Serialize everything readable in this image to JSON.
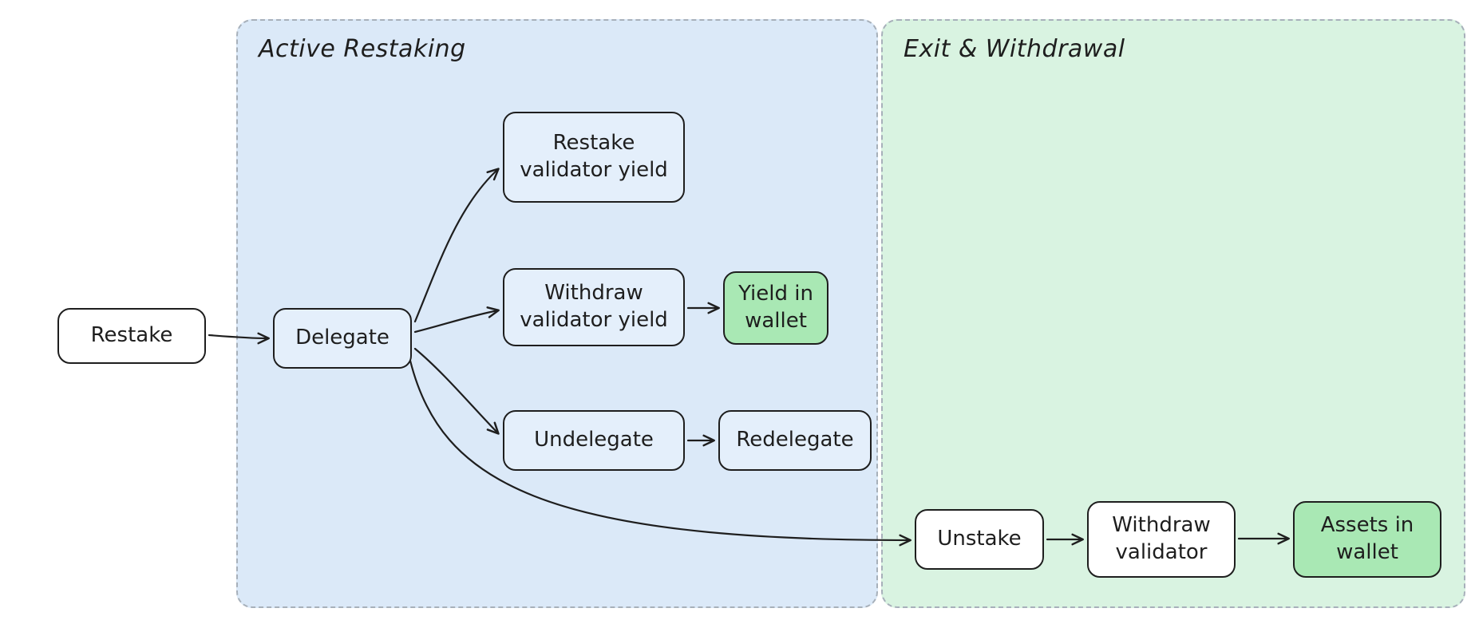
{
  "canvas": {
    "background": "#ffffff",
    "stroke": "#1e1e1e"
  },
  "groups": [
    {
      "id": "active-restaking",
      "label": "Active Restaking",
      "fill": "#dbe9f8",
      "border": "#a7b0ba"
    },
    {
      "id": "exit-withdrawal",
      "label": "Exit & Withdrawal",
      "fill": "#d9f3e1",
      "border": "#a7b0ba"
    }
  ],
  "nodes": [
    {
      "id": "restake",
      "label": "Restake",
      "fill": "#ffffff"
    },
    {
      "id": "delegate",
      "label": "Delegate",
      "fill": "#e4effb"
    },
    {
      "id": "restake-validator-yield",
      "label": "Restake validator yield",
      "fill": "#e4effb"
    },
    {
      "id": "withdraw-validator-yield",
      "label": "Withdraw validator yield",
      "fill": "#e4effb"
    },
    {
      "id": "yield-in-wallet",
      "label": "Yield in wallet",
      "fill": "#a9e8b4"
    },
    {
      "id": "undelegate",
      "label": "Undelegate",
      "fill": "#e4effb"
    },
    {
      "id": "redelegate",
      "label": "Redelegate",
      "fill": "#e4effb"
    },
    {
      "id": "unstake",
      "label": "Unstake",
      "fill": "#ffffff"
    },
    {
      "id": "withdraw-validator",
      "label": "Withdraw validator",
      "fill": "#ffffff"
    },
    {
      "id": "assets-in-wallet",
      "label": "Assets in wallet",
      "fill": "#a9e8b4"
    }
  ],
  "edges": [
    {
      "from": "restake",
      "to": "delegate"
    },
    {
      "from": "delegate",
      "to": "restake-validator-yield"
    },
    {
      "from": "delegate",
      "to": "withdraw-validator-yield"
    },
    {
      "from": "delegate",
      "to": "undelegate"
    },
    {
      "from": "delegate",
      "to": "unstake"
    },
    {
      "from": "withdraw-validator-yield",
      "to": "yield-in-wallet"
    },
    {
      "from": "undelegate",
      "to": "redelegate"
    },
    {
      "from": "unstake",
      "to": "withdraw-validator"
    },
    {
      "from": "withdraw-validator",
      "to": "assets-in-wallet"
    }
  ]
}
